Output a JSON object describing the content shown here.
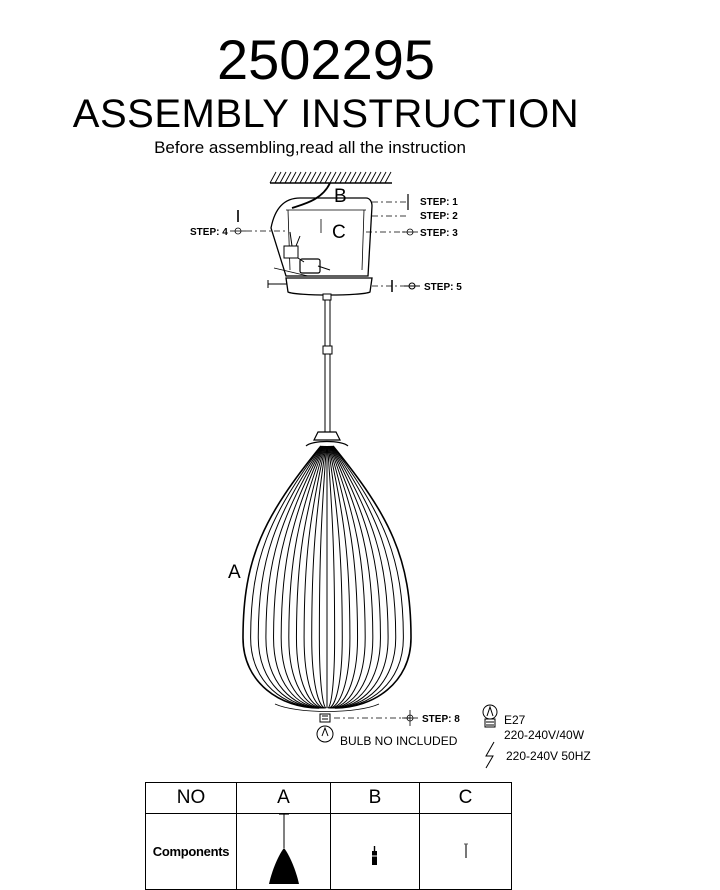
{
  "header": {
    "model_number": "2502295",
    "title": "ASSEMBLY  INSTRUCTION",
    "subtitle": "Before assembling,read all the instruction"
  },
  "diagram": {
    "part_labels": {
      "a": "A",
      "b": "B",
      "c": "C"
    },
    "steps": {
      "s1": "STEP: 1",
      "s2": "STEP: 2",
      "s3": "STEP: 3",
      "s4": "STEP: 4",
      "s5": "STEP: 5",
      "s8": "STEP: 8"
    },
    "bulb_note": "BULB NO INCLUDED",
    "specs": {
      "socket": "E27",
      "bulb_power": "220-240V/40W",
      "supply": "220-240V 50HZ"
    }
  },
  "parts_table": {
    "headers": [
      "NO",
      "A",
      "B",
      "C"
    ],
    "row_label": "Components"
  }
}
